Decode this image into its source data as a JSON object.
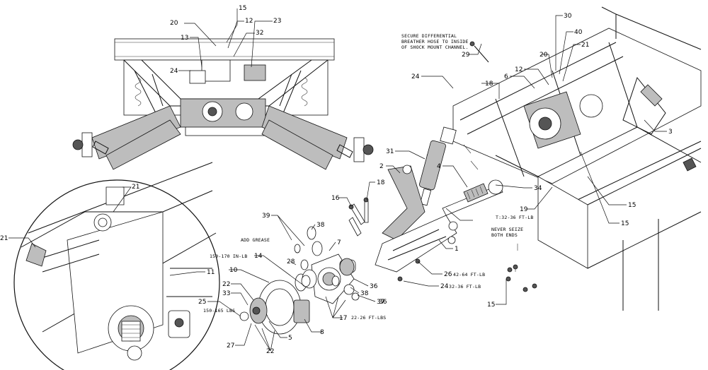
{
  "callouts": [
    "15",
    "20",
    "12",
    "32",
    "23",
    "13",
    "24",
    "21",
    "11",
    "21",
    "30",
    "40",
    "20",
    "21",
    "12",
    "24",
    "6",
    "18",
    "29",
    "3",
    "31",
    "2",
    "4",
    "34",
    "19",
    "15",
    "15",
    "16",
    "18",
    "39",
    "38",
    "7",
    "1",
    "14",
    "10",
    "28",
    "26",
    "24",
    "36",
    "37",
    "22",
    "33",
    "25",
    "8",
    "5",
    "22",
    "27",
    "17",
    "38",
    "36",
    "15"
  ],
  "notes": {
    "breather_1": "SECURE DIFFERENTIAL",
    "breather_2": "BREATHER HOSE TO INSIDE",
    "breather_3": "OF SHOCK MOUNT CHANNEL.",
    "add_grease": "ADD GREASE",
    "torque_150_170": "150-170 IN-LB",
    "torque_150_165": "150-165 LBS",
    "torque_42_64": "42-64 FT-LB",
    "torque_32_36_a": "32-36 FT-LB",
    "torque_32_36_b": "T:32-36 FT-LB",
    "torque_22_26": "22-26 FT-LBS",
    "never_seize_1": "NEVER SEIZE",
    "never_seize_2": "BOTH ENDS"
  }
}
